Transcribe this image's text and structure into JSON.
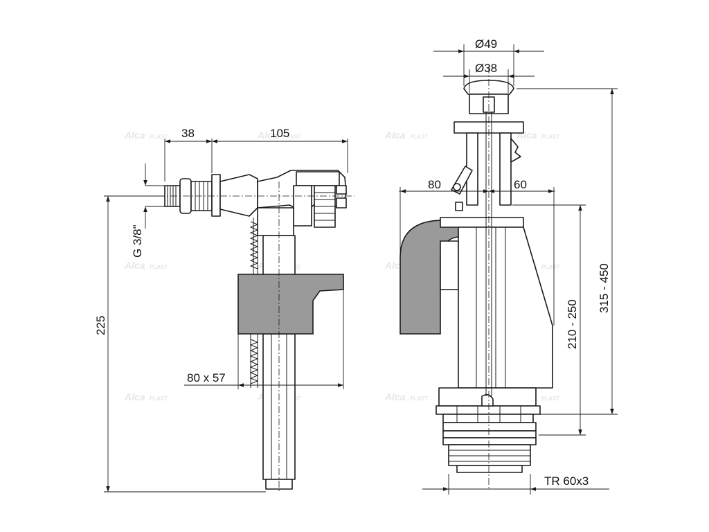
{
  "watermark": {
    "brand": "Alca",
    "brand_suffix": "PLAST"
  },
  "fill_valve": {
    "dim_top_left": "38",
    "dim_top_right": "105",
    "dim_thread": "G 3/8\"",
    "dim_height": "225",
    "dim_float": "80 x 57"
  },
  "flush_valve": {
    "dim_outer_diameter": "Ø49",
    "dim_inner_diameter": "Ø38",
    "dim_left_offset": "80",
    "dim_right_offset": "60",
    "dim_overflow_height": "210 - 250",
    "dim_total_height": "315 - 450",
    "dim_thread": "TR 60x3"
  }
}
